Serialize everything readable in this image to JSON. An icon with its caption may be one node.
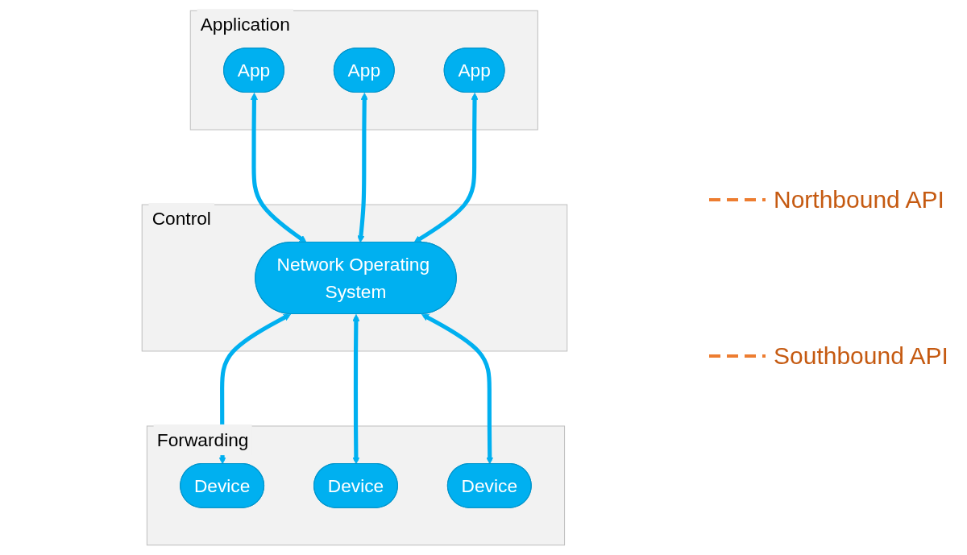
{
  "diagram": {
    "nodes": [
      {
        "text": [
          "Application"
        ]
      },
      {
        "text": [
          "App"
        ],
        "in": 0
      },
      {
        "text": [
          "App"
        ],
        "in": 0
      },
      {
        "text": [
          "App"
        ],
        "in": 0
      },
      {
        "text": [
          "Control"
        ]
      },
      {
        "text": [
          "Network Operating System"
        ],
        "in": 4
      },
      {
        "text": [
          "Forwarding"
        ]
      },
      {
        "text": [
          "Device"
        ],
        "in": 6
      },
      {
        "text": [
          "Device"
        ],
        "in": 6
      },
      {
        "text": [
          "Device"
        ],
        "in": 6
      }
    ],
    "edges": [
      {
        "from": 1,
        "to": 5,
        "arrow": "both"
      },
      {
        "from": 2,
        "to": 5,
        "arrow": "both"
      },
      {
        "from": 3,
        "to": 5,
        "arrow": "both"
      },
      {
        "from": 5,
        "to": 7,
        "arrow": "both"
      },
      {
        "from": 5,
        "to": 8,
        "arrow": "both"
      },
      {
        "from": 5,
        "to": 9,
        "arrow": "both"
      }
    ],
    "labels": [
      "Northbound API",
      "Southbound API"
    ]
  }
}
